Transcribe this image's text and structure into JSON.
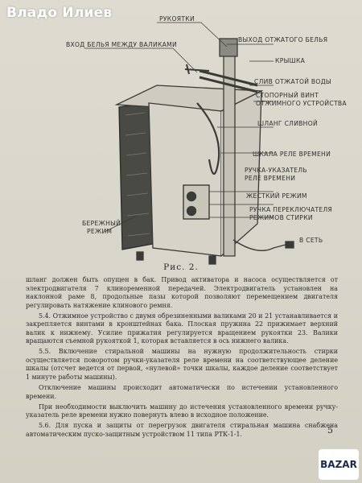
{
  "watermark": {
    "text": "Владо Илиев"
  },
  "figure": {
    "labels": [
      "РУКОЯТКИ",
      "ВХОД БЕЛЬЯ МЕЖДУ ВАЛИКАМИ",
      "ВЫХОД ОТЖАТОГО БЕЛЬЯ",
      "КРЫШКА",
      "СЛИВ ОТЖАТОЙ ВОДЫ",
      "СТОПОРНЫЙ ВИНТ",
      "ОТЖИМНОГО УСТРОЙСТВА",
      "ШЛАНГ СЛИВНОЙ",
      "ШКАЛА РЕЛЕ ВРЕМЕНИ",
      "РУЧКА-УКАЗАТЕЛЬ",
      "РЕЛЕ ВРЕМЕНИ",
      "ЖЕСТКИЙ РЕЖИМ",
      "РУЧКА ПЕРЕКЛЮЧАТЕЛЯ",
      "РЕЖИМОВ СТИРКИ",
      "БЕРЕЖНЫЙ",
      "РЕЖИМ",
      "В СЕТЬ"
    ]
  },
  "caption": "Рис. 2.",
  "body": {
    "paragraphs": [
      "шланг должен быть опущен в бак. Привод активатора и насоса осуществляется от электродвигателя 7 клиноременной передачей. Электродвигатель установлен на наклонной раме 8, продольные пазы которой позволяют перемещением двигателя регулировать натяжение клинового ремня.",
      "5.4. Отжимное устройство с двумя обрезиненными валиками 20 и 21 устанавливается и закрепляется винтами в кронштейнах бака. Плоская пружина 22 прижимает верхний валик к нижнему. Усилие прижатия регулируется вращением рукоятки 23. Валики вращаются съемной рукояткой 1, которая вставляется в ось нижнего валика.",
      "5.5. Включение стиральной машины на нужную продолжительность стирки осуществляется поворотом ручки-указателя реле времени на соответствующее деление шкалы (отсчет ведется от первой, «нулевой» точки шкалы, каждое деление соответствует 1 минуте работы машины).",
      "Отключение машины происходит автоматически по истечении установленного времени.",
      "При необходимости выключить машину до истечения установленного времени ручку-указатель реле времени нужно повернуть влево в исходное положение.",
      "5.6. Для пуска и защиты от перегрузок двигателя стиральная машина снабжена автоматическим пуско-защитным устройством 11 типа РТК-1-1."
    ]
  },
  "page_number": "5",
  "badge": {
    "text": "BAZAR"
  }
}
